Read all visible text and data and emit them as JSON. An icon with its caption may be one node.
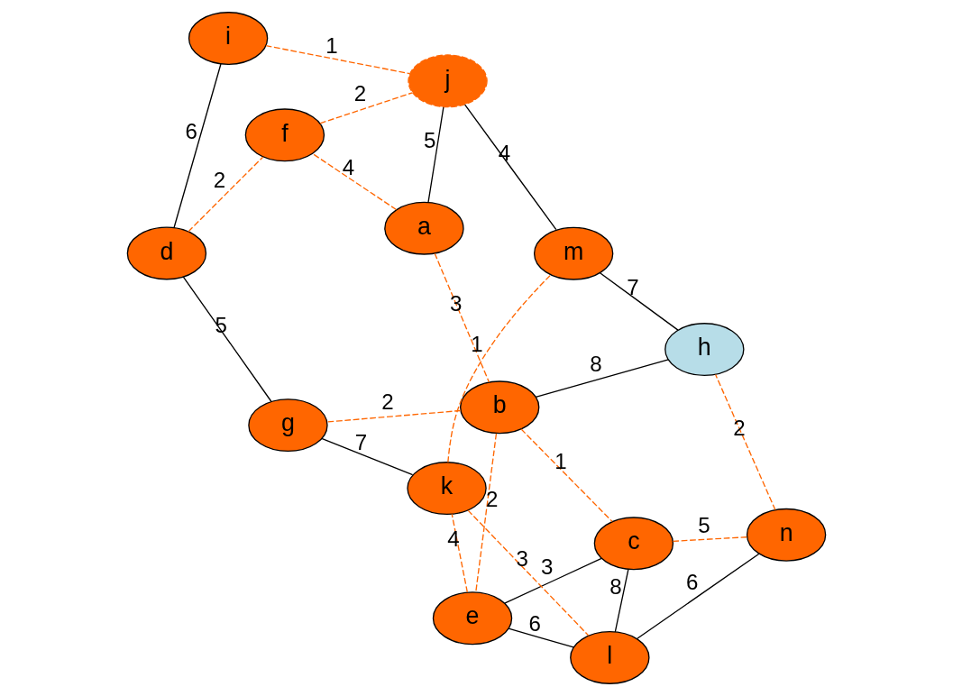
{
  "diagram": {
    "nodes": [
      {
        "text": [
          "a"
        ]
      },
      {
        "text": [
          "b"
        ]
      },
      {
        "text": [
          "c"
        ]
      },
      {
        "text": [
          "d"
        ]
      },
      {
        "text": [
          "e"
        ]
      },
      {
        "text": [
          "f"
        ]
      },
      {
        "text": [
          "g"
        ]
      },
      {
        "text": [
          "n"
        ]
      },
      {
        "text": [
          "i"
        ]
      },
      {
        "text": [
          "j"
        ]
      },
      {
        "text": [
          "k"
        ]
      },
      {
        "text": [
          "l"
        ]
      },
      {
        "text": [
          "h"
        ]
      },
      {
        "text": [
          "m"
        ]
      }
    ],
    "edges": [
      {
        "from": 0,
        "to": 1,
        "arrow": "none",
        "label": "3",
        "style": "dashed"
      },
      {
        "from": 1,
        "to": 2,
        "arrow": "none",
        "label": "1",
        "style": "dashed"
      },
      {
        "from": 0,
        "to": 5,
        "arrow": "none",
        "label": "4",
        "style": "dashed"
      },
      {
        "from": 0,
        "to": 9,
        "arrow": "none",
        "label": "5",
        "color": "#000000"
      },
      {
        "from": 1,
        "to": 6,
        "arrow": "none",
        "label": "2",
        "style": "dashed"
      },
      {
        "from": 1,
        "to": 4,
        "arrow": "none",
        "label": "2",
        "style": "dashed"
      },
      {
        "from": 1,
        "to": 12,
        "arrow": "none",
        "label": "8",
        "color": "#000000"
      },
      {
        "from": 2,
        "to": 4,
        "arrow": "none",
        "label": "3",
        "color": "#000000"
      },
      {
        "from": 2,
        "to": 11,
        "arrow": "none",
        "label": "8",
        "color": "#000000"
      },
      {
        "from": 2,
        "to": 7,
        "arrow": "none",
        "label": "5",
        "style": "dashed"
      },
      {
        "from": 3,
        "to": 5,
        "arrow": "none",
        "label": "2",
        "style": "dashed"
      },
      {
        "from": 3,
        "to": 6,
        "arrow": "none",
        "label": "5",
        "color": "#000000"
      },
      {
        "from": 3,
        "to": 8,
        "arrow": "none",
        "label": "6",
        "color": "#000000"
      },
      {
        "from": 5,
        "to": 9,
        "arrow": "none",
        "label": "2",
        "style": "dashed"
      },
      {
        "from": 8,
        "to": 9,
        "arrow": "none",
        "label": "1",
        "style": "dashed"
      },
      {
        "from": 6,
        "to": 10,
        "arrow": "none",
        "label": "7",
        "color": "#000000"
      },
      {
        "from": 4,
        "to": 10,
        "arrow": "none",
        "label": "4",
        "style": "dashed"
      },
      {
        "from": 4,
        "to": 11,
        "arrow": "none",
        "label": "6",
        "color": "#000000"
      },
      {
        "from": 7,
        "to": 11,
        "arrow": "none",
        "label": "6",
        "color": "#000000"
      },
      {
        "from": 7,
        "to": 12,
        "arrow": "none",
        "label": "2",
        "style": "dashed"
      },
      {
        "from": 10,
        "to": 11,
        "arrow": "none",
        "label": "3",
        "style": "dashed"
      },
      {
        "from": 9,
        "to": 13,
        "arrow": "none",
        "label": "4",
        "color": "#000000"
      },
      {
        "from": 10,
        "to": 13,
        "arrow": "none",
        "label": "1",
        "style": "dashed"
      },
      {
        "from": 13,
        "to": 12,
        "arrow": "none",
        "label": "7",
        "color": "#000000"
      }
    ]
  }
}
